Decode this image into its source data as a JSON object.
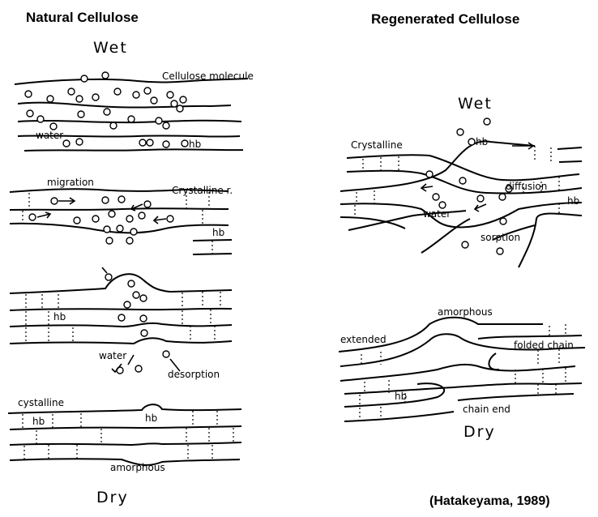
{
  "natural": {
    "title": "Natural Cellulose",
    "wet": "Wet",
    "dry": "Dry",
    "panel1": {
      "cellulose_molecule": "Cellulose molecule",
      "water": "water",
      "hb": "hb"
    },
    "panel2": {
      "migration": "migration",
      "crystalline_r": "Crystalline r.",
      "hb": "hb"
    },
    "panel3": {
      "hb": "hb",
      "water": "water",
      "desorption": "desorption"
    },
    "panel4": {
      "cystalline": "cystalline",
      "hb_left": "hb",
      "hb_right": "hb",
      "amorphous": "amorphous"
    }
  },
  "regenerated": {
    "title": "Regenerated Cellulose",
    "wet": "Wet",
    "dry": "Dry",
    "panel1": {
      "crystalline": "Crystalline",
      "hb_top": "hb",
      "diffusion": "diffusion",
      "hb_right": "hb",
      "water": "water",
      "sorption": "sorption"
    },
    "panel2": {
      "amorphous": "amorphous",
      "extended": "extended",
      "folded_chain": "folded chain",
      "hb": "hb",
      "chain_end": "chain end"
    }
  },
  "citation": "(Hatakeyama, 1989)"
}
